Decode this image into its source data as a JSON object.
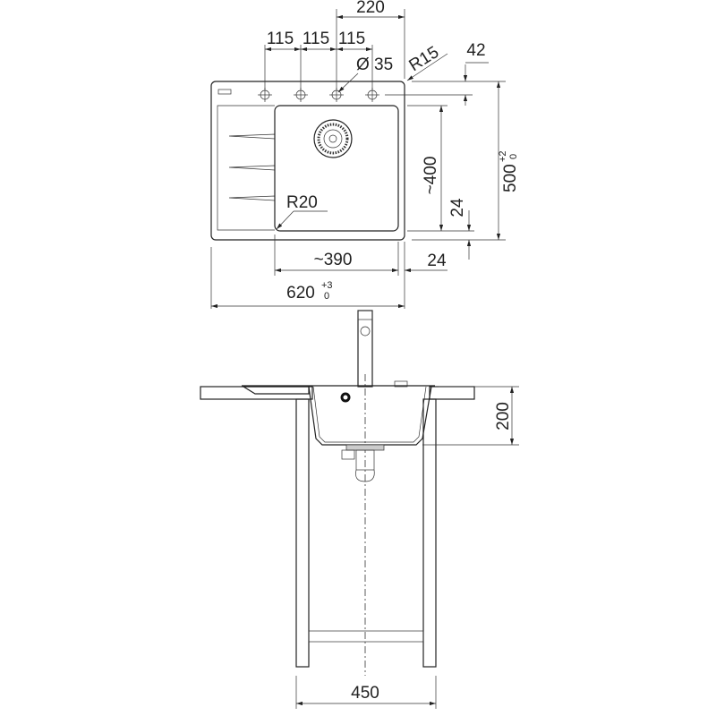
{
  "plan_view": {
    "dim_220": "220",
    "dim_115_a": "115",
    "dim_115_b": "115",
    "dim_115_c": "115",
    "dim_dia35": "Ø 35",
    "dim_r15": "R15",
    "dim_42": "42",
    "dim_500": "500",
    "dim_500_tol_plus": "+2",
    "dim_500_tol_minus": "0",
    "dim_400": "~400",
    "dim_24_vertical": "24",
    "dim_r20": "R20",
    "dim_390": "~390",
    "dim_24_horizontal": "24",
    "dim_620": "620",
    "dim_620_tol_plus": "+3",
    "dim_620_tol_minus": "0"
  },
  "section_view": {
    "dim_200": "200",
    "dim_450": "450"
  }
}
